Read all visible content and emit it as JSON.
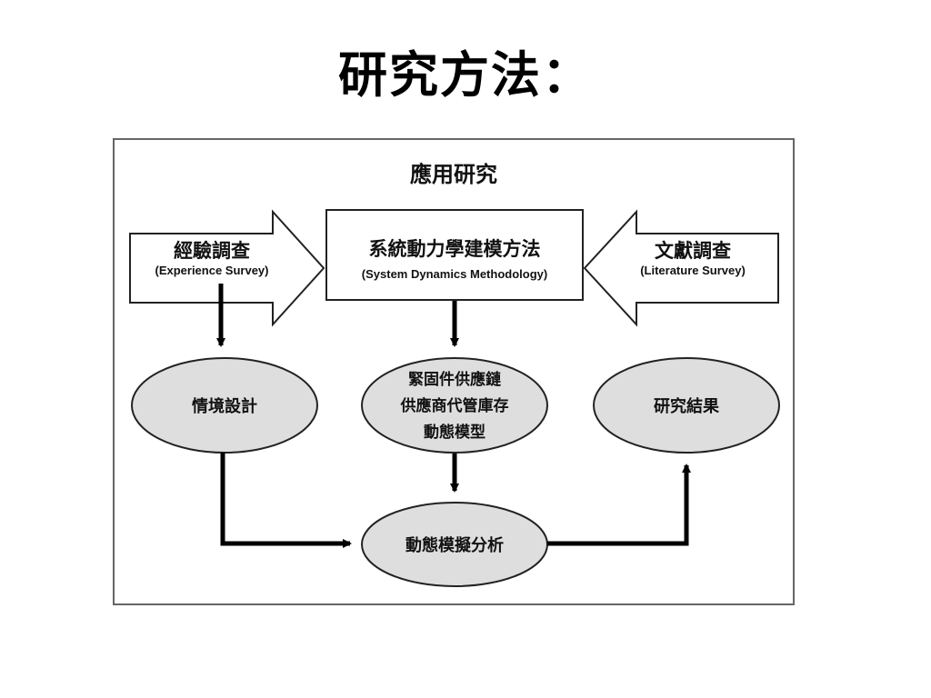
{
  "slide": {
    "title": "研究方法："
  },
  "diagram": {
    "heading": "應用研究",
    "left_box": {
      "zh": "經驗調查",
      "en": "(Experience Survey)"
    },
    "center_box": {
      "zh": "系統動力學建模方法",
      "en": "(System Dynamics Methodology)"
    },
    "right_box": {
      "zh": "文獻調查",
      "en": "(Literature Survey)"
    },
    "scenario": "情境設計",
    "model": {
      "line1": "緊固件供應鏈",
      "line2": "供應商代管庫存",
      "line3": "動態模型"
    },
    "results": "研究結果",
    "simulation": "動態模擬分析"
  }
}
